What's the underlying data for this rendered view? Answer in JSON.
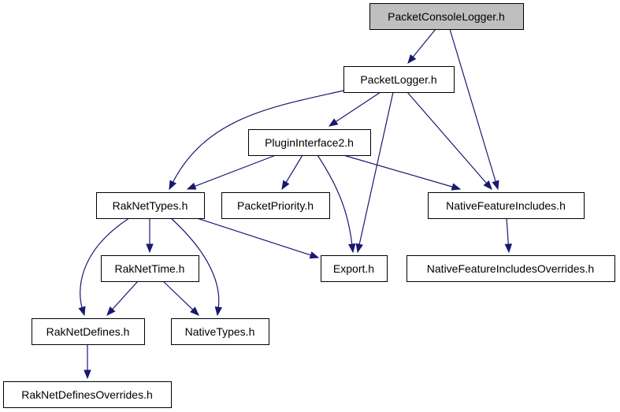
{
  "diagram": {
    "root": "PacketConsoleLogger.h",
    "colors": {
      "edge": "#191970",
      "root_fill": "#bfbfbf",
      "node_fill": "#ffffff",
      "node_border": "#000000"
    },
    "nodes": [
      {
        "id": "packet-console-logger",
        "label": "PacketConsoleLogger.h",
        "root": true
      },
      {
        "id": "packet-logger",
        "label": "PacketLogger.h"
      },
      {
        "id": "plugin-interface2",
        "label": "PluginInterface2.h"
      },
      {
        "id": "rak-net-types",
        "label": "RakNetTypes.h"
      },
      {
        "id": "packet-priority",
        "label": "PacketPriority.h"
      },
      {
        "id": "native-feature-includes",
        "label": "NativeFeatureIncludes.h"
      },
      {
        "id": "rak-net-time",
        "label": "RakNetTime.h"
      },
      {
        "id": "export",
        "label": "Export.h"
      },
      {
        "id": "native-feature-includes-overrides",
        "label": "NativeFeatureIncludesOverrides.h"
      },
      {
        "id": "rak-net-defines",
        "label": "RakNetDefines.h"
      },
      {
        "id": "native-types",
        "label": "NativeTypes.h"
      },
      {
        "id": "rak-net-defines-overrides",
        "label": "RakNetDefinesOverrides.h"
      }
    ],
    "edges": [
      {
        "from": "packet-console-logger",
        "to": "packet-logger"
      },
      {
        "from": "packet-console-logger",
        "to": "native-feature-includes"
      },
      {
        "from": "packet-logger",
        "to": "plugin-interface2"
      },
      {
        "from": "packet-logger",
        "to": "rak-net-types"
      },
      {
        "from": "packet-logger",
        "to": "export"
      },
      {
        "from": "packet-logger",
        "to": "native-feature-includes"
      },
      {
        "from": "plugin-interface2",
        "to": "rak-net-types"
      },
      {
        "from": "plugin-interface2",
        "to": "packet-priority"
      },
      {
        "from": "plugin-interface2",
        "to": "export"
      },
      {
        "from": "plugin-interface2",
        "to": "native-feature-includes"
      },
      {
        "from": "rak-net-types",
        "to": "rak-net-time"
      },
      {
        "from": "rak-net-types",
        "to": "export"
      },
      {
        "from": "rak-net-types",
        "to": "rak-net-defines"
      },
      {
        "from": "rak-net-types",
        "to": "native-types"
      },
      {
        "from": "native-feature-includes",
        "to": "native-feature-includes-overrides"
      },
      {
        "from": "rak-net-time",
        "to": "rak-net-defines"
      },
      {
        "from": "rak-net-time",
        "to": "native-types"
      },
      {
        "from": "rak-net-defines",
        "to": "rak-net-defines-overrides"
      }
    ]
  }
}
